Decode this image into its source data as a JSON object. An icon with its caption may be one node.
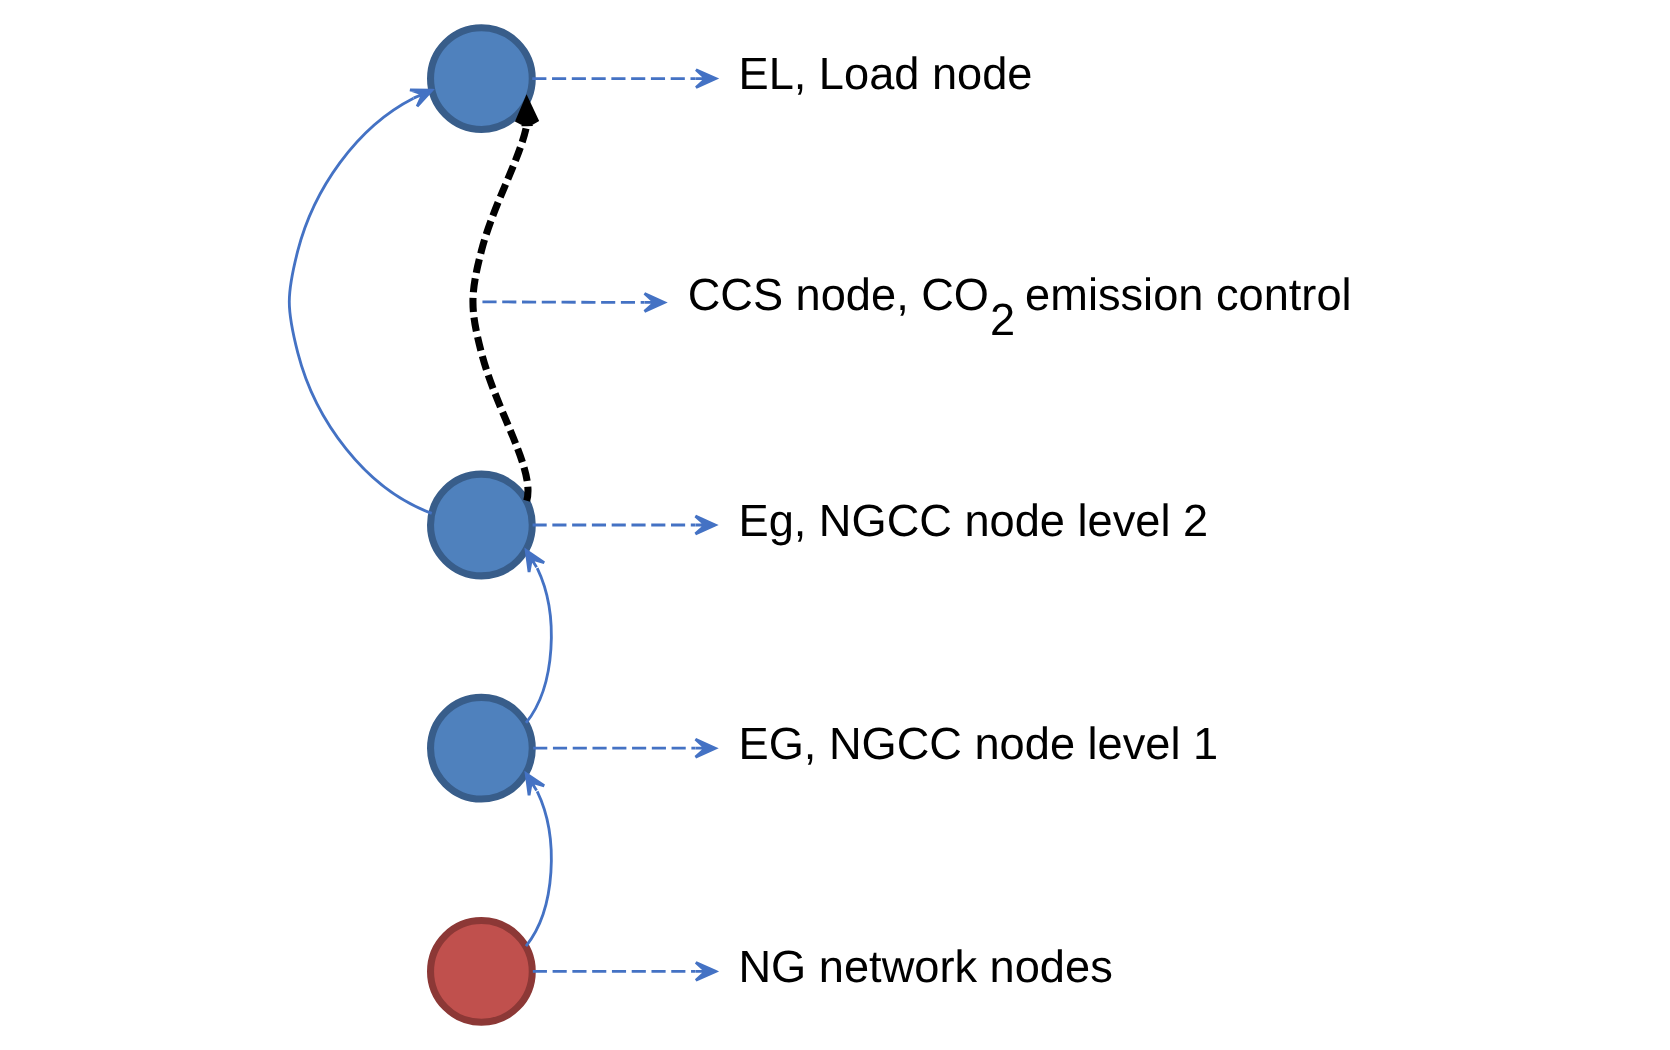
{
  "diagram": {
    "nodes": [
      {
        "text": [],
        "shape": "circle"
      },
      {
        "text": [],
        "shape": "circle"
      },
      {
        "text": [],
        "shape": "circle"
      },
      {
        "text": [],
        "shape": "circle"
      },
      {
        "text": [
          "EL, Load node"
        ]
      },
      {
        "text": [
          "CCS node, CO$_{2}$ emission control"
        ]
      },
      {
        "text": [
          "Eg, NGCC node level 2"
        ]
      },
      {
        "text": [
          "EG, NGCC node level 1"
        ]
      },
      {
        "text": [
          "NG network nodes"
        ]
      }
    ],
    "edges": [
      {
        "from": 3,
        "to": 2,
        "arrow": "to"
      },
      {
        "from": 2,
        "to": 1,
        "arrow": "to"
      },
      {
        "from": 1,
        "to": 0,
        "arrow": "to"
      },
      {
        "from": 1,
        "to": 0,
        "arrow": "to",
        "style": "dashed",
        "color": "#000000"
      },
      {
        "from": 0,
        "to": 4,
        "arrow": "to",
        "style": "dashed"
      },
      {
        "from": null,
        "to": 5,
        "arrow": "to",
        "style": "dashed"
      },
      {
        "from": 1,
        "to": 6,
        "arrow": "to",
        "style": "dashed"
      },
      {
        "from": 2,
        "to": 7,
        "arrow": "to",
        "style": "dashed"
      },
      {
        "from": 3,
        "to": 8,
        "arrow": "to",
        "style": "dashed"
      }
    ]
  }
}
